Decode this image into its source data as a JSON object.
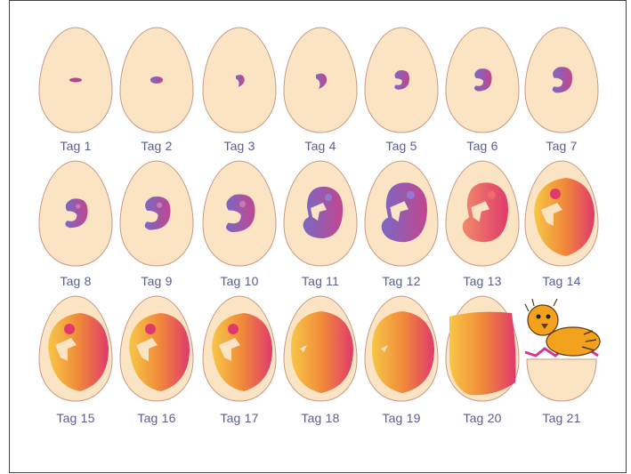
{
  "diagram": {
    "colors": {
      "shell_fill": "#fbe4c4",
      "shell_stroke": "#c79a86",
      "label": "#5a5f8f",
      "early_embryo": "#8a5ab0",
      "late_embryo": "#e03a6c",
      "yolk": "#f5b63a",
      "chick": "#f4a21e"
    },
    "stages": [
      {
        "label": "Tag 1",
        "day": 1,
        "embryo": "streak"
      },
      {
        "label": "Tag 2",
        "day": 2,
        "embryo": "blob"
      },
      {
        "label": "Tag 3",
        "day": 3,
        "embryo": "curl-small"
      },
      {
        "label": "Tag 4",
        "day": 4,
        "embryo": "curl-small"
      },
      {
        "label": "Tag 5",
        "day": 5,
        "embryo": "curl"
      },
      {
        "label": "Tag 6",
        "day": 6,
        "embryo": "curl"
      },
      {
        "label": "Tag 7",
        "day": 7,
        "embryo": "curl"
      },
      {
        "label": "Tag 8",
        "day": 8,
        "embryo": "curl"
      },
      {
        "label": "Tag 9",
        "day": 9,
        "embryo": "curl-large"
      },
      {
        "label": "Tag 10",
        "day": 10,
        "embryo": "curl-large"
      },
      {
        "label": "Tag 11",
        "day": 11,
        "embryo": "fetus"
      },
      {
        "label": "Tag 12",
        "day": 12,
        "embryo": "fetus"
      },
      {
        "label": "Tag 13",
        "day": 13,
        "embryo": "fetus-pink"
      },
      {
        "label": "Tag 14",
        "day": 14,
        "embryo": "chick-gradient"
      },
      {
        "label": "Tag 15",
        "day": 15,
        "embryo": "chick-gradient"
      },
      {
        "label": "Tag 16",
        "day": 16,
        "embryo": "chick-gradient"
      },
      {
        "label": "Tag 17",
        "day": 17,
        "embryo": "chick-gradient"
      },
      {
        "label": "Tag 18",
        "day": 18,
        "embryo": "full-notch"
      },
      {
        "label": "Tag 19",
        "day": 19,
        "embryo": "full-notch"
      },
      {
        "label": "Tag 20",
        "day": 20,
        "embryo": "full"
      },
      {
        "label": "Tag 21",
        "day": 21,
        "embryo": "hatched"
      }
    ]
  }
}
